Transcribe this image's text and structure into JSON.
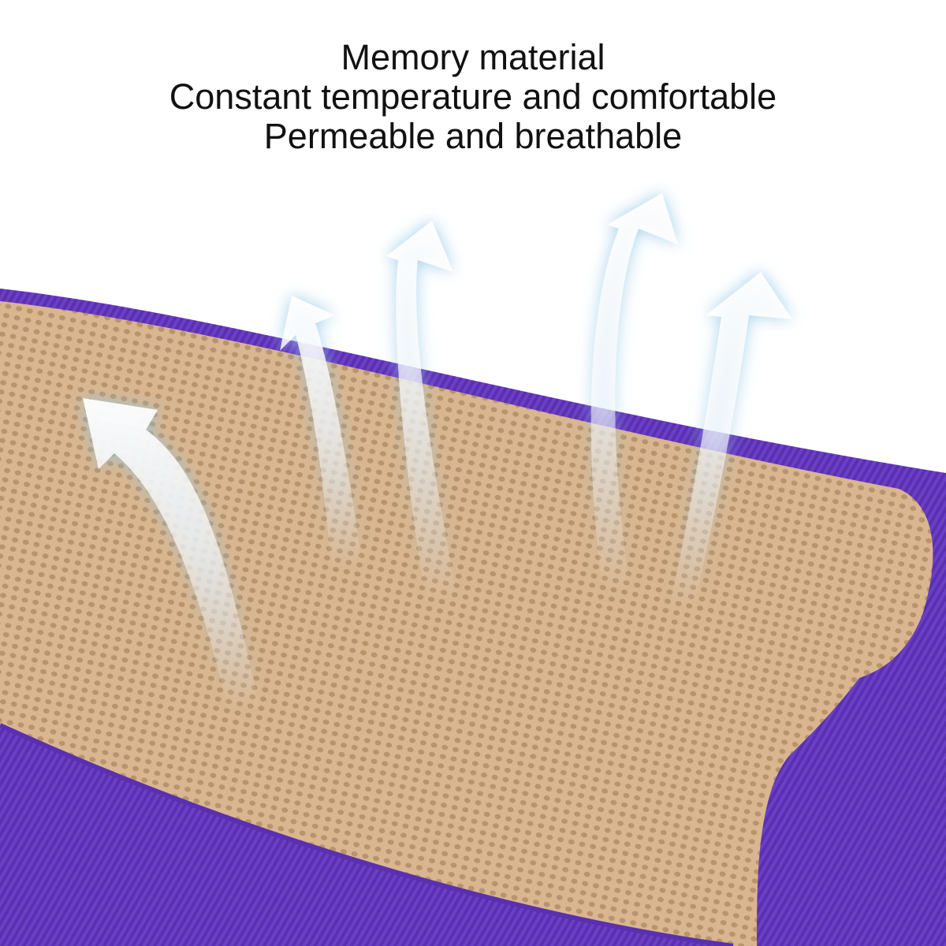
{
  "caption": {
    "line1": "Memory material",
    "line2": "Constant temperature and comfortable",
    "line3": "Permeable and breathable"
  },
  "colors": {
    "mesh": "#d8b58e",
    "border": "#6a3fc4",
    "arrow": "#ffffff",
    "glow": "#9fcfe8"
  }
}
